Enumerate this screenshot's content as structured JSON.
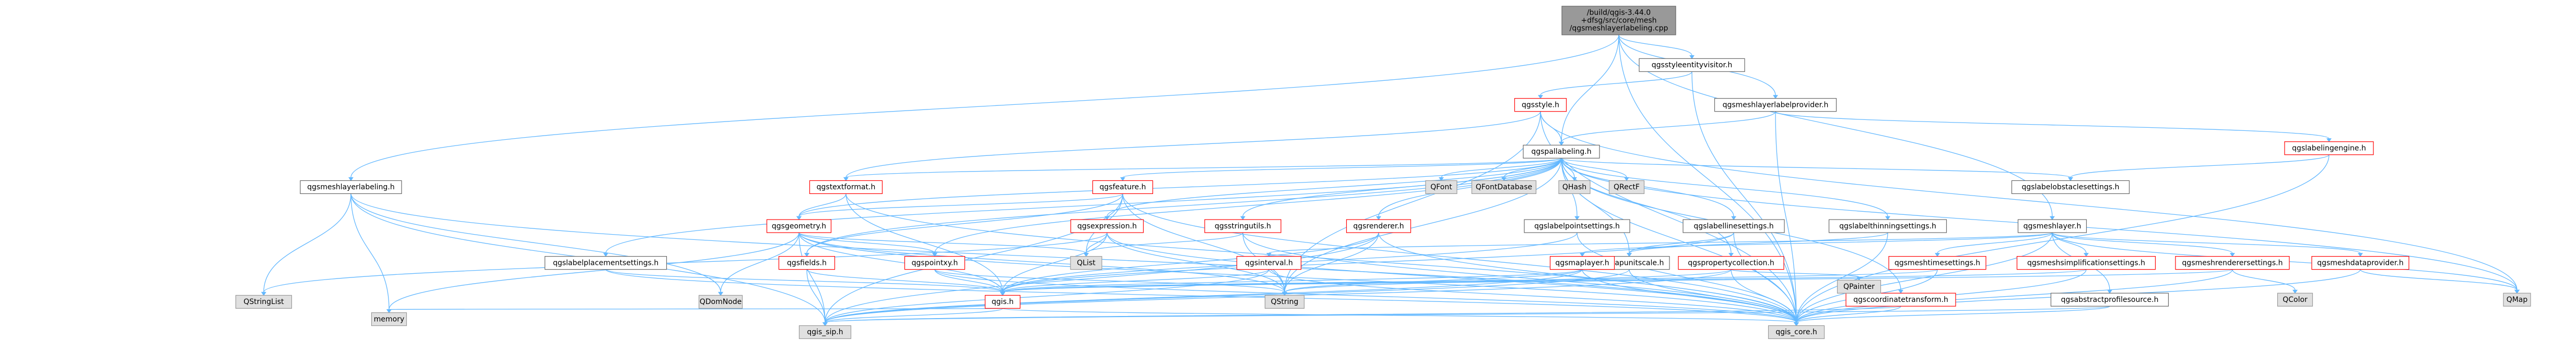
{
  "colors": {
    "edge": "#63b8ff",
    "root_fill": "#999999",
    "root_stroke": "#666666",
    "documented_fill": "#ffffff",
    "documented_stroke": "#666666",
    "external_fill": "#e0e0e0",
    "external_stroke": "#999999",
    "highlight_fill": "#ffffff",
    "highlight_stroke": "#ff0000",
    "text": "#000000"
  },
  "nodes": [
    {
      "id": "root",
      "lines": [
        "/build/qgis-3.44.0",
        "+dfsg/src/core/mesh",
        "/qgsmeshlayerlabeling.cpp"
      ],
      "kind": "root"
    },
    {
      "id": "qgsmeshlayerlabeling_h",
      "lines": [
        "qgsmeshlayerlabeling.h"
      ],
      "kind": "documented"
    },
    {
      "id": "qgsstyleentityvisitor_h",
      "lines": [
        "qgsstyleentityvisitor.h"
      ],
      "kind": "documented"
    },
    {
      "id": "qgsmeshlayerlabelprovider_h",
      "lines": [
        "qgsmeshlayerlabelprovider.h"
      ],
      "kind": "documented"
    },
    {
      "id": "qgsstyle_h",
      "lines": [
        "qgsstyle.h"
      ],
      "kind": "highlight"
    },
    {
      "id": "qgspallabeling_h",
      "lines": [
        "qgspallabeling.h"
      ],
      "kind": "documented"
    },
    {
      "id": "qgslabelingengine_h",
      "lines": [
        "qgslabelingengine.h"
      ],
      "kind": "highlight"
    },
    {
      "id": "qgsmeshlayer_h",
      "lines": [
        "qgsmeshlayer.h"
      ],
      "kind": "documented"
    },
    {
      "id": "qgstextformat_h",
      "lines": [
        "qgstextformat.h"
      ],
      "kind": "highlight"
    },
    {
      "id": "qgsfeature_h",
      "lines": [
        "qgsfeature.h"
      ],
      "kind": "highlight"
    },
    {
      "id": "QFont",
      "lines": [
        "QFont"
      ],
      "kind": "external"
    },
    {
      "id": "QFontDatabase",
      "lines": [
        "QFontDatabase"
      ],
      "kind": "external"
    },
    {
      "id": "QHash",
      "lines": [
        "QHash"
      ],
      "kind": "external"
    },
    {
      "id": "QRectF",
      "lines": [
        "QRectF"
      ],
      "kind": "external"
    },
    {
      "id": "qgslabelobstaclesettings_h",
      "lines": [
        "qgslabelobstaclesettings.h"
      ],
      "kind": "documented"
    },
    {
      "id": "qgsgeometry_h",
      "lines": [
        "qgsgeometry.h"
      ],
      "kind": "highlight"
    },
    {
      "id": "qgsexpression_h",
      "lines": [
        "qgsexpression.h"
      ],
      "kind": "highlight"
    },
    {
      "id": "qgsstringutils_h",
      "lines": [
        "qgsstringutils.h"
      ],
      "kind": "highlight"
    },
    {
      "id": "qgsrenderer_h",
      "lines": [
        "qgsrenderer.h"
      ],
      "kind": "highlight"
    },
    {
      "id": "qgslabelpointsettings_h",
      "lines": [
        "qgslabelpointsettings.h"
      ],
      "kind": "documented"
    },
    {
      "id": "qgslabellinesettings_h",
      "lines": [
        "qgslabellinesettings.h"
      ],
      "kind": "documented"
    },
    {
      "id": "qgslabelthinningsettings_h",
      "lines": [
        "qgslabelthinningsettings.h"
      ],
      "kind": "documented"
    },
    {
      "id": "qgslabelplacementsettings_h",
      "lines": [
        "qgslabelplacementsettings.h"
      ],
      "kind": "documented"
    },
    {
      "id": "qgsfields_h",
      "lines": [
        "qgsfields.h"
      ],
      "kind": "highlight"
    },
    {
      "id": "qgspointxy_h",
      "lines": [
        "qgspointxy.h"
      ],
      "kind": "highlight"
    },
    {
      "id": "QList",
      "lines": [
        "QList"
      ],
      "kind": "external"
    },
    {
      "id": "qgsinterval_h",
      "lines": [
        "qgsinterval.h"
      ],
      "kind": "highlight"
    },
    {
      "id": "qgsmapunitscale_h",
      "lines": [
        "qgsmapunitscale.h"
      ],
      "kind": "documented"
    },
    {
      "id": "qgsmaplayer_h",
      "lines": [
        "qgsmaplayer.h"
      ],
      "kind": "highlight"
    },
    {
      "id": "qgspropertycollection_h",
      "lines": [
        "qgspropertycollection.h"
      ],
      "kind": "highlight"
    },
    {
      "id": "qgsmeshtimesettings_h",
      "lines": [
        "qgsmeshtimesettings.h"
      ],
      "kind": "highlight"
    },
    {
      "id": "qgsmeshsimplificationsettings_h",
      "lines": [
        "qgsmeshsimplificationsettings.h"
      ],
      "kind": "highlight"
    },
    {
      "id": "qgsmeshrenderersettings_h",
      "lines": [
        "qgsmeshrenderersettings.h"
      ],
      "kind": "highlight"
    },
    {
      "id": "qgsmeshdataprovider_h",
      "lines": [
        "qgsmeshdataprovider.h"
      ],
      "kind": "highlight"
    },
    {
      "id": "qgscoordinatetransform_h",
      "lines": [
        "qgscoordinatetransform.h"
      ],
      "kind": "highlight"
    },
    {
      "id": "qgsabstractprofilesource_h",
      "lines": [
        "qgsabstractprofilesource.h"
      ],
      "kind": "documented"
    },
    {
      "id": "qgis_h",
      "lines": [
        "qgis.h"
      ],
      "kind": "highlight"
    },
    {
      "id": "QDomNode",
      "lines": [
        "QDomNode"
      ],
      "kind": "external"
    },
    {
      "id": "QString",
      "lines": [
        "QString"
      ],
      "kind": "external"
    },
    {
      "id": "QStringList",
      "lines": [
        "QStringList"
      ],
      "kind": "external"
    },
    {
      "id": "memory",
      "lines": [
        "memory"
      ],
      "kind": "external"
    },
    {
      "id": "QPainter",
      "lines": [
        "QPainter"
      ],
      "kind": "external"
    },
    {
      "id": "QColor",
      "lines": [
        "QColor"
      ],
      "kind": "external"
    },
    {
      "id": "QMap",
      "lines": [
        "QMap"
      ],
      "kind": "external"
    },
    {
      "id": "qgis_sip_h",
      "lines": [
        "qgis_sip.h"
      ],
      "kind": "external"
    },
    {
      "id": "qgis_core_h",
      "lines": [
        "qgis_core.h"
      ],
      "kind": "external"
    }
  ],
  "edges": [
    [
      "root",
      "qgsmeshlayerlabeling_h"
    ],
    [
      "root",
      "qgsstyleentityvisitor_h"
    ],
    [
      "root",
      "qgsmeshlayerlabelprovider_h"
    ],
    [
      "root",
      "qgspallabeling_h"
    ],
    [
      "root",
      "qgsmeshlayer_h"
    ],
    [
      "root",
      "qgis_core_h"
    ],
    [
      "qgsstyleentityvisitor_h",
      "qgsstyle_h"
    ],
    [
      "qgsstyleentityvisitor_h",
      "qgis_core_h"
    ],
    [
      "qgsmeshlayerlabelprovider_h",
      "qgspallabeling_h"
    ],
    [
      "qgsmeshlayerlabelprovider_h",
      "qgslabelingengine_h"
    ],
    [
      "qgsmeshlayerlabelprovider_h",
      "qgis_core_h"
    ],
    [
      "qgsstyle_h",
      "qgspallabeling_h"
    ],
    [
      "qgsstyle_h",
      "qgstextformat_h"
    ],
    [
      "qgsstyle_h",
      "QString"
    ],
    [
      "qgsstyle_h",
      "QMap"
    ],
    [
      "qgsstyle_h",
      "qgis_core_h"
    ],
    [
      "qgslabelingengine_h",
      "qgslabelobstaclesettings_h"
    ],
    [
      "qgslabelingengine_h",
      "qgis_core_h"
    ],
    [
      "qgspallabeling_h",
      "qgstextformat_h"
    ],
    [
      "qgspallabeling_h",
      "qgsfeature_h"
    ],
    [
      "qgspallabeling_h",
      "QFont"
    ],
    [
      "qgspallabeling_h",
      "QFontDatabase"
    ],
    [
      "qgspallabeling_h",
      "QHash"
    ],
    [
      "qgspallabeling_h",
      "QRectF"
    ],
    [
      "qgspallabeling_h",
      "qgslabelobstaclesettings_h"
    ],
    [
      "qgspallabeling_h",
      "qgsgeometry_h"
    ],
    [
      "qgspallabeling_h",
      "qgsexpression_h"
    ],
    [
      "qgspallabeling_h",
      "qgsstringutils_h"
    ],
    [
      "qgspallabeling_h",
      "qgsrenderer_h"
    ],
    [
      "qgspallabeling_h",
      "qgslabelpointsettings_h"
    ],
    [
      "qgspallabeling_h",
      "qgslabellinesettings_h"
    ],
    [
      "qgspallabeling_h",
      "qgslabelthinningsettings_h"
    ],
    [
      "qgspallabeling_h",
      "qgslabelplacementsettings_h"
    ],
    [
      "qgspallabeling_h",
      "qgsfields_h"
    ],
    [
      "qgspallabeling_h",
      "qgspointxy_h"
    ],
    [
      "qgspallabeling_h",
      "qgsmapunitscale_h"
    ],
    [
      "qgspallabeling_h",
      "qgspropertycollection_h"
    ],
    [
      "qgspallabeling_h",
      "qgscoordinatetransform_h"
    ],
    [
      "qgspallabeling_h",
      "QString"
    ],
    [
      "qgspallabeling_h",
      "QMap"
    ],
    [
      "qgspallabeling_h",
      "qgis_core_h"
    ],
    [
      "qgsmeshlayer_h",
      "qgsmaplayer_h"
    ],
    [
      "qgsmeshlayer_h",
      "qgsmeshtimesettings_h"
    ],
    [
      "qgsmeshlayer_h",
      "qgsmeshsimplificationsettings_h"
    ],
    [
      "qgsmeshlayer_h",
      "qgsmeshrenderersettings_h"
    ],
    [
      "qgsmeshlayer_h",
      "qgsmeshdataprovider_h"
    ],
    [
      "qgsmeshlayer_h",
      "qgsabstractprofilesource_h"
    ],
    [
      "qgsmeshlayer_h",
      "qgsinterval_h"
    ],
    [
      "qgsmeshlayer_h",
      "qgis_core_h"
    ],
    [
      "qgsmeshlayer_h",
      "QMap"
    ],
    [
      "qgstextformat_h",
      "qgsgeometry_h"
    ],
    [
      "qgstextformat_h",
      "qgis_h"
    ],
    [
      "qgstextformat_h",
      "qgis_core_h"
    ],
    [
      "qgsfeature_h",
      "qgsgeometry_h"
    ],
    [
      "qgsfeature_h",
      "qgsfields_h"
    ],
    [
      "qgsfeature_h",
      "qgis_core_h"
    ],
    [
      "qgsfeature_h",
      "QString"
    ],
    [
      "qgsfeature_h",
      "QList"
    ],
    [
      "qgsfeature_h",
      "qgis_sip_h"
    ],
    [
      "qgsgeometry_h",
      "qgspointxy_h"
    ],
    [
      "qgsgeometry_h",
      "qgis_h"
    ],
    [
      "qgsgeometry_h",
      "QDomNode"
    ],
    [
      "qgsgeometry_h",
      "qgis_core_h"
    ],
    [
      "qgsgeometry_h",
      "qgis_sip_h"
    ],
    [
      "qgsgeometry_h",
      "QList"
    ],
    [
      "qgsgeometry_h",
      "QString"
    ],
    [
      "qgsgeometry_h",
      "memory"
    ],
    [
      "qgsexpression_h",
      "qgis_h"
    ],
    [
      "qgsexpression_h",
      "QString"
    ],
    [
      "qgsexpression_h",
      "QStringList"
    ],
    [
      "qgsexpression_h",
      "QList"
    ],
    [
      "qgsexpression_h",
      "qgis_core_h"
    ],
    [
      "qgsstringutils_h",
      "qgis_core_h"
    ],
    [
      "qgsstringutils_h",
      "QString"
    ],
    [
      "qgsstringutils_h",
      "QList"
    ],
    [
      "qgsrenderer_h",
      "qgis_h"
    ],
    [
      "qgsrenderer_h",
      "qgis_core_h"
    ],
    [
      "qgsrenderer_h",
      "QString"
    ],
    [
      "qgsrenderer_h",
      "qgis_sip_h"
    ],
    [
      "qgslabelpointsettings_h",
      "qgis_core_h"
    ],
    [
      "qgslabelpointsettings_h",
      "qgis_h"
    ],
    [
      "qgslabellinesettings_h",
      "qgis_core_h"
    ],
    [
      "qgslabellinesettings_h",
      "qgsmapunitscale_h"
    ],
    [
      "qgslabellinesettings_h",
      "qgis_h"
    ],
    [
      "qgslabelthinningsettings_h",
      "qgis_core_h"
    ],
    [
      "qgslabelthinningsettings_h",
      "qgsmapunitscale_h"
    ],
    [
      "qgslabelplacementsettings_h",
      "qgis_core_h"
    ],
    [
      "qgslabelplacementsettings_h",
      "qgis_h"
    ],
    [
      "qgsfields_h",
      "qgis_h"
    ],
    [
      "qgsfields_h",
      "qgis_sip_h"
    ],
    [
      "qgspointxy_h",
      "qgis_core_h"
    ],
    [
      "qgspointxy_h",
      "qgis_h"
    ],
    [
      "qgspointxy_h",
      "QString"
    ],
    [
      "qgsinterval_h",
      "qgis_core_h"
    ],
    [
      "qgsinterval_h",
      "qgis_sip_h"
    ],
    [
      "qgsinterval_h",
      "qgis_h"
    ],
    [
      "qgsmapunitscale_h",
      "qgis_core_h"
    ],
    [
      "qgsmapunitscale_h",
      "qgis_sip_h"
    ],
    [
      "qgsmaplayer_h",
      "qgis_core_h"
    ],
    [
      "qgsmaplayer_h",
      "qgis_h"
    ],
    [
      "qgsmaplayer_h",
      "qgis_sip_h"
    ],
    [
      "qgsmaplayer_h",
      "QString"
    ],
    [
      "qgspropertycollection_h",
      "qgis_core_h"
    ],
    [
      "qgspropertycollection_h",
      "qgis_sip_h"
    ],
    [
      "qgspropertycollection_h",
      "QString"
    ],
    [
      "qgspropertycollection_h",
      "QPainter"
    ],
    [
      "qgsmeshtimesettings_h",
      "qgis_core_h"
    ],
    [
      "qgsmeshtimesettings_h",
      "qgis_h"
    ],
    [
      "qgsmeshsimplificationsettings_h",
      "qgis_core_h"
    ],
    [
      "qgsmeshsimplificationsettings_h",
      "qgis_h"
    ],
    [
      "qgsmeshrenderersettings_h",
      "qgis_core_h"
    ],
    [
      "qgsmeshrenderersettings_h",
      "QColor"
    ],
    [
      "qgsmeshrenderersettings_h",
      "qgis_h"
    ],
    [
      "qgsmeshdataprovider_h",
      "qgis_core_h"
    ],
    [
      "qgsmeshdataprovider_h",
      "QMap"
    ],
    [
      "qgscoordinatetransform_h",
      "qgis_core_h"
    ],
    [
      "qgscoordinatetransform_h",
      "qgis_sip_h"
    ],
    [
      "qgsabstractprofilesource_h",
      "qgis_core_h"
    ],
    [
      "qgsabstractprofilesource_h",
      "qgis_sip_h"
    ],
    [
      "qgsmeshlayerlabeling_h",
      "qgis_core_h"
    ],
    [
      "qgsmeshlayerlabeling_h",
      "qgis_sip_h"
    ],
    [
      "qgsmeshlayerlabeling_h",
      "QDomNode"
    ],
    [
      "qgsmeshlayerlabeling_h",
      "QStringList"
    ],
    [
      "qgsmeshlayerlabeling_h",
      "memory"
    ],
    [
      "qgis_h",
      "qgis_core_h"
    ],
    [
      "qgis_h",
      "qgis_sip_h"
    ],
    [
      "qgis_h",
      "memory"
    ]
  ]
}
